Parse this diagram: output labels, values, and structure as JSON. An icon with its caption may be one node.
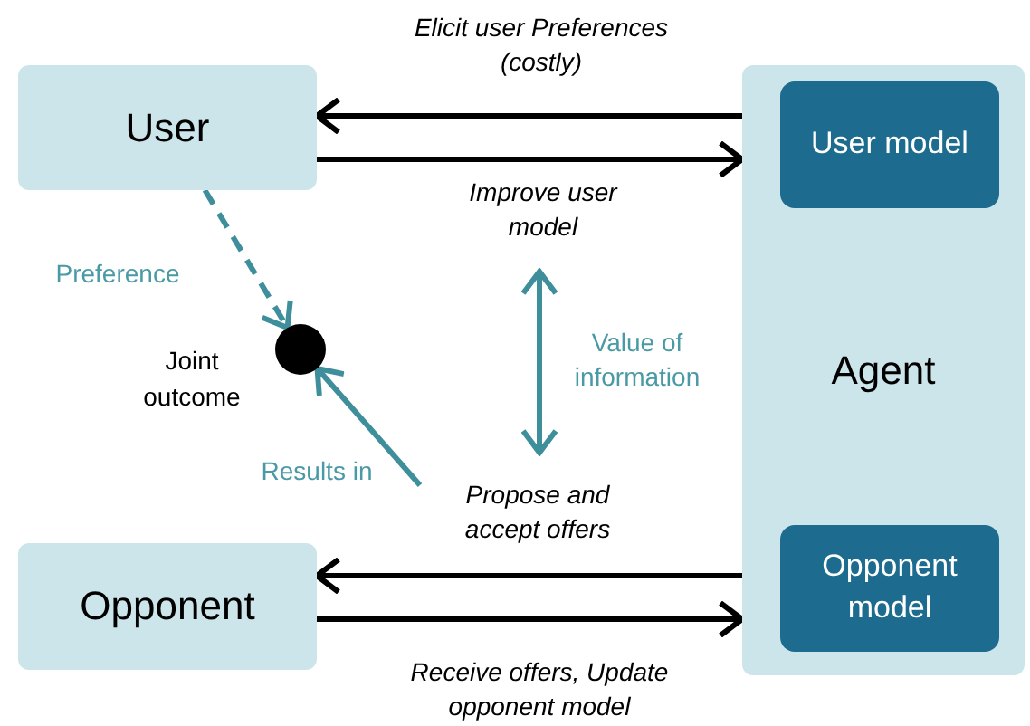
{
  "diagram": {
    "nodes": [
      {
        "text": [
          "User"
        ]
      },
      {
        "text": [
          "Agent"
        ]
      },
      {
        "text": [
          "User model"
        ],
        "in": 1
      },
      {
        "text": [
          "Opponent model"
        ],
        "in": 1
      },
      {
        "text": [],
        "shape": "circle",
        "beside": [
          "Joint outcome"
        ]
      },
      {
        "text": [
          "Opponent"
        ]
      }
    ],
    "edges": [
      {
        "from": 1,
        "to": 0,
        "arrow": "to",
        "label": "Elicit user Preferences (costly)"
      },
      {
        "from": 0,
        "to": 1,
        "arrow": "to",
        "label": "Improve user model"
      },
      {
        "from": 0,
        "to": 4,
        "arrow": "to",
        "label": "Preference",
        "style": "dashed",
        "color": "#3e8f9b"
      },
      {
        "from": null,
        "to": 4,
        "arrow": "to",
        "label": "Results in",
        "color": "#3e8f9b"
      },
      {
        "from": 1,
        "to": 5,
        "arrow": "to",
        "label": "Propose and accept offers"
      },
      {
        "from": 5,
        "to": 1,
        "arrow": "to",
        "label": "Receive offers, Update opponent model"
      }
    ],
    "labels": [
      "Value of information"
    ]
  }
}
